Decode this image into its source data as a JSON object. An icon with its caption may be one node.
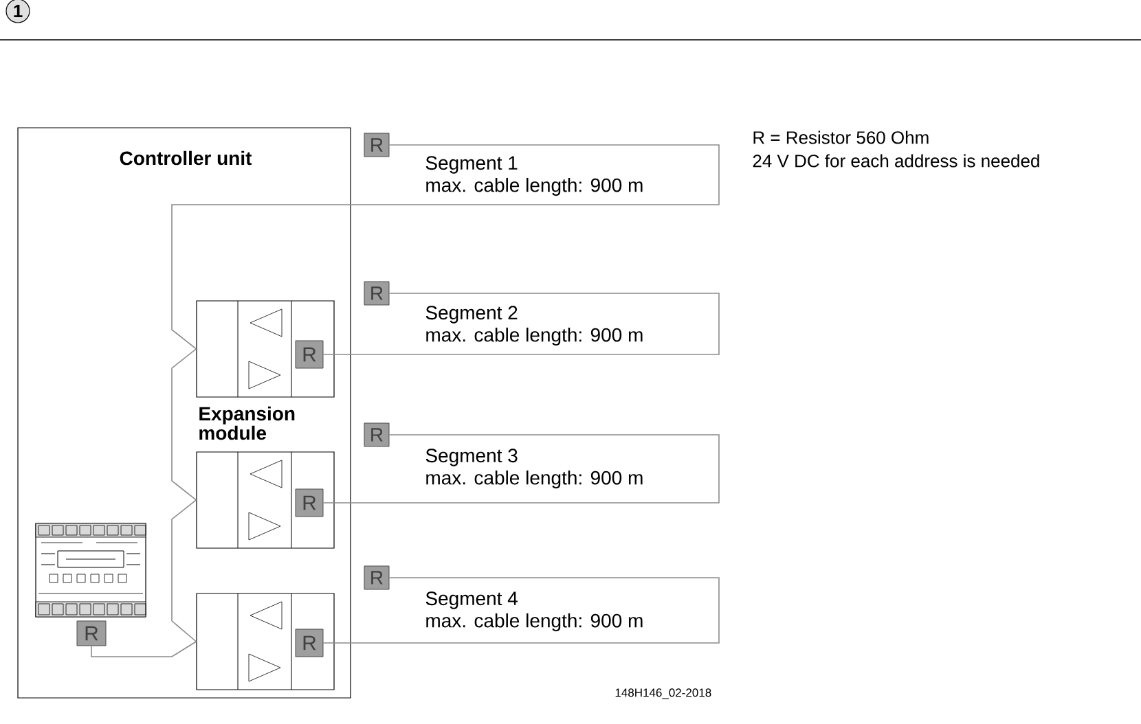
{
  "diagram": {
    "nodes": [
      {
        "text": [
          "Controller unit"
        ]
      },
      {
        "text": [
          "R"
        ]
      },
      {
        "text": [
          "R"
        ]
      },
      {
        "text": [],
        "shape": "box",
        "in": 0
      },
      {
        "text": [
          "R"
        ],
        "in": 3
      },
      {
        "text": [
          "R"
        ]
      },
      {
        "text": [],
        "shape": "box",
        "in": 0
      },
      {
        "text": [
          "R"
        ],
        "in": 6
      },
      {
        "text": [
          "R"
        ]
      },
      {
        "text": [
          "R"
        ],
        "in": 0
      },
      {
        "text": [],
        "shape": "box",
        "in": 0
      },
      {
        "text": [
          "R"
        ],
        "in": 10
      }
    ],
    "edges": [
      {
        "from": 1,
        "to": 3,
        "arrow": "none"
      },
      {
        "from": 2,
        "to": 4,
        "arrow": "none"
      },
      {
        "from": 3,
        "to": 6,
        "arrow": "none"
      },
      {
        "from": 5,
        "to": 7,
        "arrow": "none"
      },
      {
        "from": 6,
        "to": 10,
        "arrow": "none"
      },
      {
        "from": 8,
        "to": 11,
        "arrow": "none"
      },
      {
        "from": 9,
        "to": 10,
        "arrow": "none"
      }
    ],
    "labels": [
      "1",
      "Expansion module",
      "Segment 1",
      "max. cable length: 900 m",
      "Segment 2",
      "max. cable length: 900 m",
      "Segment 3",
      "max. cable length: 900 m",
      "Segment 4",
      "max. cable length: 900 m",
      "R = Resistor 560 Ohm",
      "24 V DC for each address is needed",
      "148H146_02-2018"
    ]
  }
}
